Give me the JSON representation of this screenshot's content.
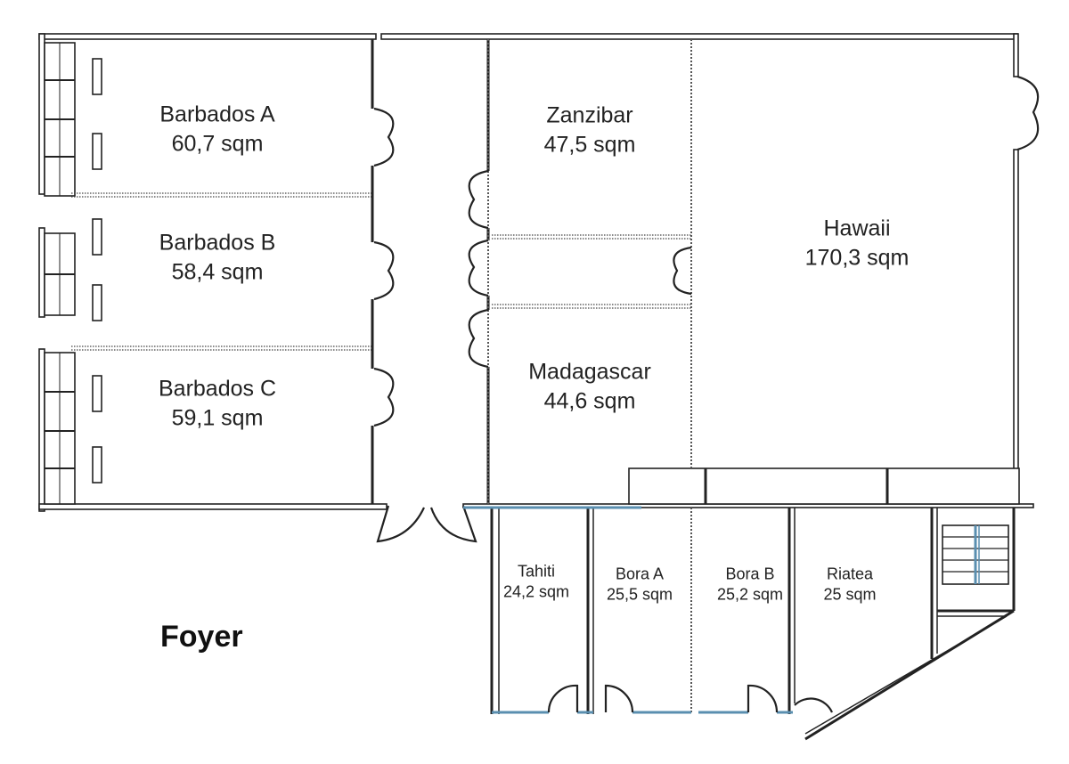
{
  "rooms": [
    {
      "name": "Barbados A",
      "area": "60,7 sqm"
    },
    {
      "name": "Barbados B",
      "area": "58,4 sqm"
    },
    {
      "name": "Barbados C",
      "area": "59,1 sqm"
    },
    {
      "name": "Zanzibar",
      "area": "47,5 sqm"
    },
    {
      "name": "Madagascar",
      "area": "44,6 sqm"
    },
    {
      "name": "Hawaii",
      "area": "170,3 sqm"
    },
    {
      "name": "Tahiti",
      "area": "24,2 sqm"
    },
    {
      "name": "Bora A",
      "area": "25,5 sqm"
    },
    {
      "name": "Bora B",
      "area": "25,2 sqm"
    },
    {
      "name": "Riatea",
      "area": "25 sqm"
    }
  ],
  "foyer": {
    "label": "Foyer"
  },
  "colors": {
    "wall": "#222222",
    "glass": "#5a8fb0",
    "background": "#ffffff"
  }
}
